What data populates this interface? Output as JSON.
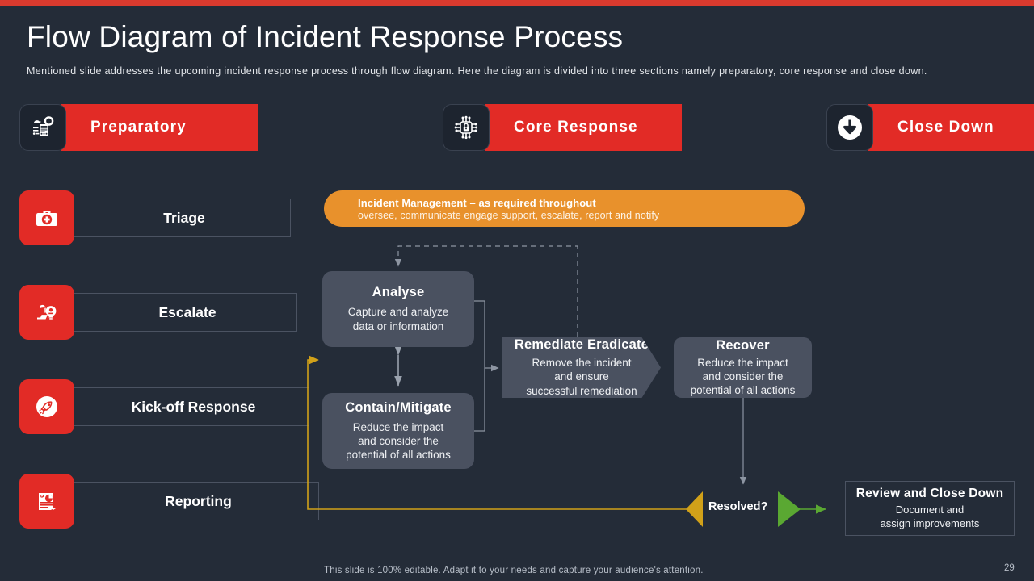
{
  "header": {
    "title": "Flow Diagram of Incident Response Process",
    "subtitle": "Mentioned slide addresses the upcoming incident response process through flow diagram. Here the diagram is divided into three sections namely preparatory, core response and close down.",
    "accent_bar_color": "#d93a2e"
  },
  "theme": {
    "background": "#242c38",
    "red": "#e22b26",
    "orange": "#e8912c",
    "slate_box": "#4a5160",
    "border": "#4b5362",
    "yellow": "#d1a119",
    "green": "#5aa832",
    "gray_connector": "#8d95a2"
  },
  "sections": [
    {
      "label": "Preparatory",
      "icon": "preparatory-checklist-gear-icon"
    },
    {
      "label": "Core Response",
      "icon": "chip-lock-security-icon"
    },
    {
      "label": "Close Down",
      "icon": "download-arrow-circle-icon"
    }
  ],
  "steps": [
    {
      "label": "Triage",
      "icon": "first-aid-kit-icon"
    },
    {
      "label": "Escalate",
      "icon": "escalate-lightbulb-icon"
    },
    {
      "label": "Kick-off Response",
      "icon": "rocket-icon"
    },
    {
      "label": "Reporting",
      "icon": "report-document-chart-icon"
    }
  ],
  "banner": {
    "title": "Incident Management – as required throughout",
    "subtitle": "oversee, communicate engage support, escalate, report and notify"
  },
  "flow": {
    "analyse": {
      "title": "Analyse",
      "desc": "Capture and analyze\ndata or information"
    },
    "contain": {
      "title": "Contain/Mitigate",
      "desc": "Reduce the impact\nand consider the\npotential of all actions"
    },
    "remediate": {
      "title": "Remediate Eradicate",
      "desc": "Remove the incident\nand ensure\nsuccessful remediation"
    },
    "recover": {
      "title": "Recover",
      "desc": "Reduce the impact\nand consider the\npotential of all actions"
    },
    "review": {
      "title": "Review and Close Down",
      "desc": "Document and\nassign improvements"
    },
    "decision": {
      "label": "Resolved?"
    }
  },
  "footer": {
    "note": "This slide is 100% editable. Adapt it to your needs and capture your audience's attention.",
    "page_number": "29"
  }
}
